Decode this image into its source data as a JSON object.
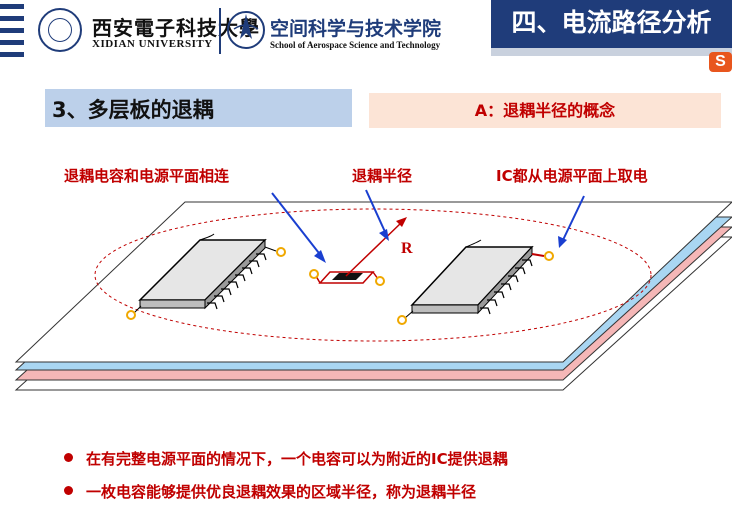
{
  "header": {
    "university_cn": "西安電子科技大學",
    "university_en": "XIDIAN UNIVERSITY",
    "school_cn": "空间科学与技术学院",
    "school_en": "School of Aerospace Science and Technology",
    "chapter_title": "四、电流路径分析",
    "brand_badge": "S",
    "colors": {
      "primary": "#1f3c7a",
      "accent": "#c00000",
      "section_bg": "#bcd0ea",
      "concept_bg": "#fce4d6"
    }
  },
  "section": {
    "title": "3、多层板的退耦",
    "concept": "A：退耦半径的概念"
  },
  "diagram": {
    "label_cap_connected": "退耦电容和电源平面相连",
    "label_radius": "退耦半径",
    "label_ic_power": "IC都从电源平面上取电",
    "radius_symbol": "R",
    "layer_colors": [
      "#ffffff",
      "#a9d6f2",
      "#f5b7b7",
      "#ffffff"
    ]
  },
  "bullets": [
    "在有完整电源平面的情况下，一个电容可以为附近的IC提供退耦",
    "一枚电容能够提供优良退耦效果的区域半径，称为退耦半径"
  ]
}
